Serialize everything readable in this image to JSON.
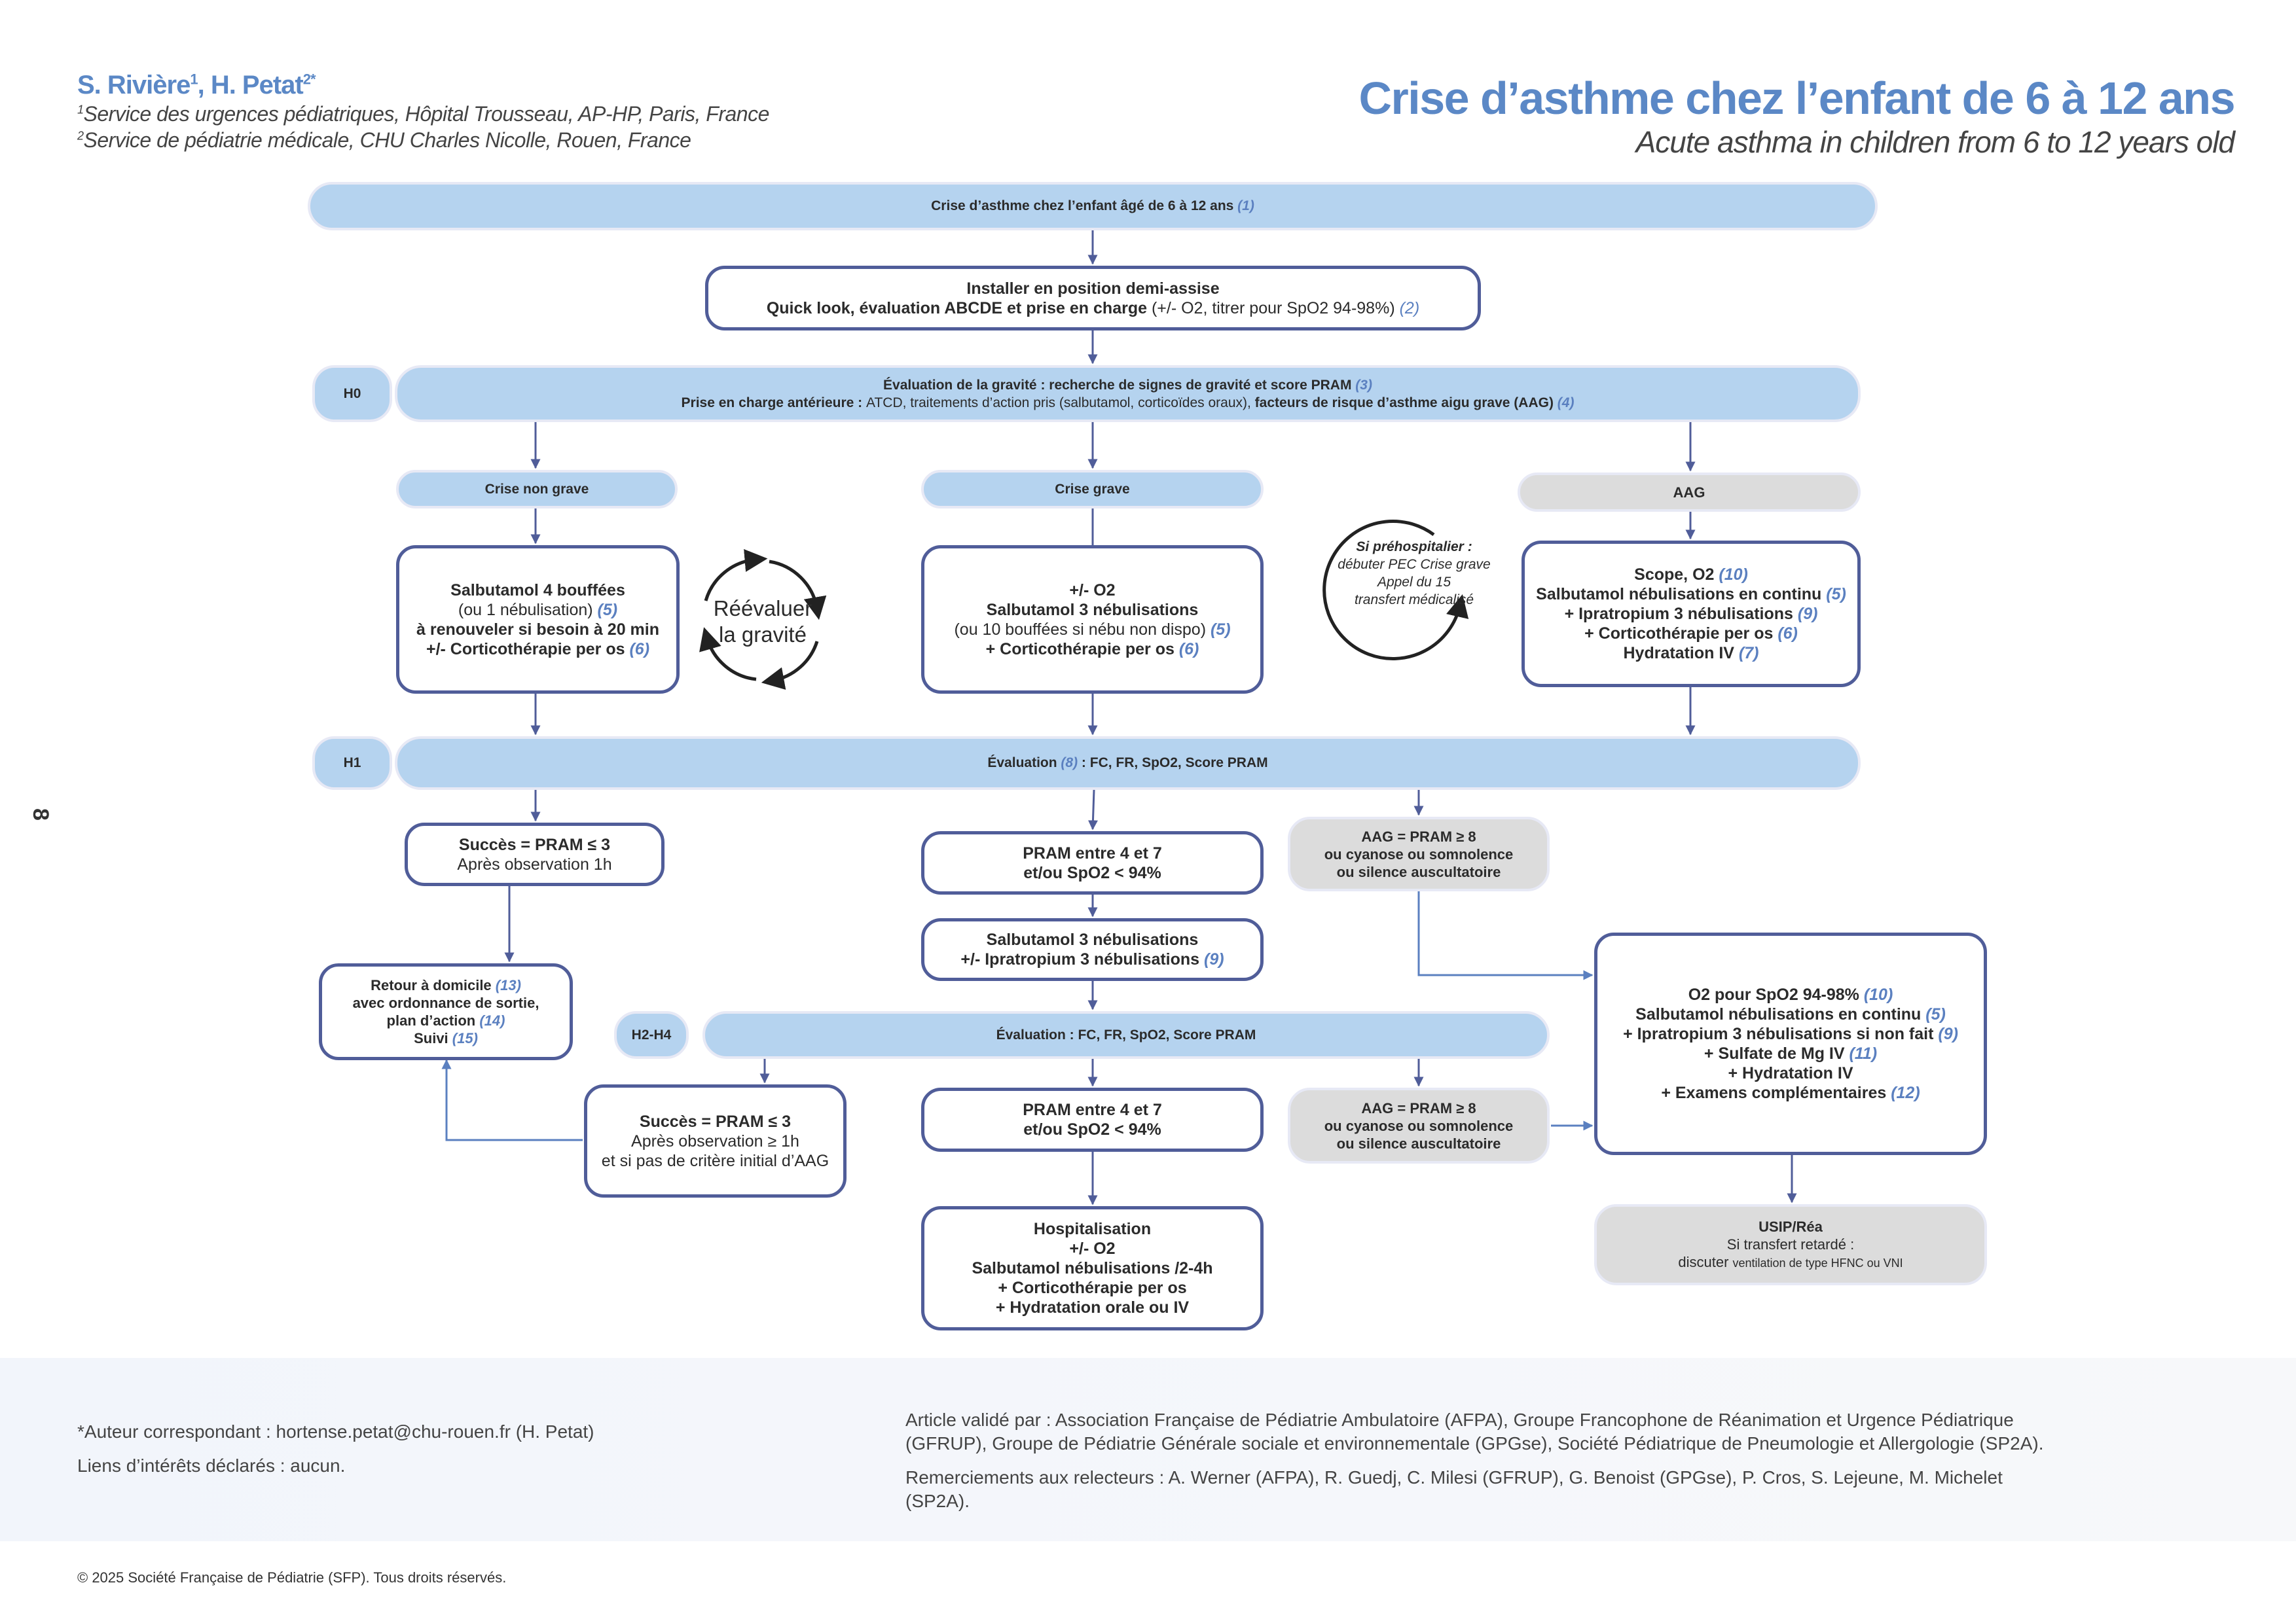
{
  "header": {
    "authors": [
      {
        "name": "S. Rivière",
        "sup": "1"
      },
      {
        "name": "H. Petat",
        "sup": "2*"
      }
    ],
    "affiliations": [
      {
        "sup": "1",
        "text": "Service des urgences pédiatriques, Hôpital Trousseau, AP-HP, Paris, France"
      },
      {
        "sup": "2",
        "text": "Service de pédiatrie médicale, CHU Charles Nicolle, Rouen, France"
      }
    ],
    "title": "Crise d’asthme chez l’enfant de 6 à 12 ans",
    "subtitle": "Acute asthma in children from 6 to 12 years old",
    "page_number": "8"
  },
  "colors": {
    "accent": "#5b88c6",
    "pill": "#b5d3ef",
    "grey_box": "#dcdcdc",
    "box_border": "#505d99",
    "arrow": "#505d99",
    "arrow_light": "#5b80c0"
  },
  "flow": {
    "start": {
      "text": "Crise d’asthme chez l’enfant âgé de 6 à 12 ans",
      "ref": "(1)"
    },
    "install": {
      "line1": "Installer en position demi-assise",
      "line2_bold": "Quick look, évaluation ABCDE et prise en charge",
      "line2_normal": " (+/- O2, titrer pour SpO2 94-98%) ",
      "ref": "(2)"
    },
    "h0": {
      "label": "H0",
      "line1": "Évaluation de la gravité : recherche de signes de gravité et score PRAM ",
      "line1_ref": "(3)",
      "line2_bold": "Prise en charge antérieure : ",
      "line2_normal": "ATCD, traitements d’action pris (salbutamol, corticoïdes oraux), ",
      "line2_bold2": "facteurs de risque d’asthme aigu grave (AAG) ",
      "line2_ref": "(4)"
    },
    "branches": {
      "non_grave": "Crise non grave",
      "grave": "Crise grave",
      "aag": "AAG"
    },
    "non_grave_box": {
      "l1": "Salbutamol 4 bouffées",
      "l2": "(ou 1 nébulisation) ",
      "l2_ref": "(5)",
      "l3": "à renouveler si besoin à 20 min",
      "l4": "+/- Corticothérapie per os ",
      "l4_ref": "(6)"
    },
    "reevaluate": {
      "l1": "Réévaluer",
      "l2": "la gravité"
    },
    "grave_box": {
      "l1": "+/- O2",
      "l2": "Salbutamol 3 nébulisations",
      "l3": "(ou 10 bouffées si nébu non dispo) ",
      "l3_ref": "(5)",
      "l4": "+ Corticothérapie per os ",
      "l4_ref": "(6)"
    },
    "prehospital": {
      "l1": "Si préhospitalier :",
      "l2": "débuter PEC Crise grave",
      "l3": "Appel du 15",
      "l4": "transfert médicalisé"
    },
    "aag_box": {
      "l1": "Scope, O2 ",
      "l1_ref": "(10)",
      "l2": "Salbutamol nébulisations en continu ",
      "l2_ref": "(5)",
      "l3": "+ Ipratropium 3 nébulisations ",
      "l3_ref": "(9)",
      "l4": "+ Corticothérapie per os ",
      "l4_ref": "(6)",
      "l5": "Hydratation IV ",
      "l5_ref": "(7)"
    },
    "h1": {
      "label": "H1",
      "text_a": "Évaluation ",
      "ref": "(8)",
      "text_b": " : FC, FR, SpO2, Score PRAM"
    },
    "success1": {
      "l1": "Succès = PRAM ≤ 3",
      "l2": "Après observation 1h"
    },
    "pram1": {
      "l1": "PRAM entre 4 et 7",
      "l2": "et/ou SpO2 < 94%"
    },
    "aag1": {
      "l1": "AAG  = PRAM ≥ 8",
      "l2": "ou cyanose ou somnolence",
      "l3": "ou silence auscultatoire"
    },
    "salbutamol3": {
      "l1": "Salbutamol 3 nébulisations",
      "l2": "+/- Ipratropium 3 nébulisations ",
      "l2_ref": "(9)"
    },
    "home": {
      "l1": "Retour à domicile ",
      "l1_ref": "(13)",
      "l2": "avec ordonnance de sortie,",
      "l3": "plan d’action ",
      "l3_ref": "(14)",
      "l4": "Suivi ",
      "l4_ref": "(15)"
    },
    "o2_box": {
      "l1": "O2 pour SpO2 94-98% ",
      "l1_ref": "(10)",
      "l2": "Salbutamol nébulisations en continu ",
      "l2_ref": "(5)",
      "l3": "+ Ipratropium 3 nébulisations si non fait ",
      "l3_ref": "(9)",
      "l4": "+ Sulfate de Mg IV ",
      "l4_ref": "(11)",
      "l5": "+ Hydratation  IV",
      "l6": "+ Examens complémentaires ",
      "l6_ref": "(12)"
    },
    "h2h4": {
      "label": "H2-H4",
      "text": "Évaluation : FC, FR, SpO2, Score PRAM"
    },
    "success2": {
      "l1": "Succès = PRAM ≤ 3",
      "l2": "Après observation ≥ 1h",
      "l3": "et si pas de critère initial d’AAG"
    },
    "pram2": {
      "l1": "PRAM entre 4 et 7",
      "l2": "et/ou SpO2 < 94%"
    },
    "aag2": {
      "l1": "AAG  = PRAM ≥ 8",
      "l2": "ou cyanose ou somnolence",
      "l3": "ou silence auscultatoire"
    },
    "hospital": {
      "l1": "Hospitalisation",
      "l2": "+/- O2",
      "l3": "Salbutamol nébulisations /2-4h",
      "l4": "+ Corticothérapie per os",
      "l5": "+ Hydratation orale ou IV"
    },
    "usip": {
      "l1": "USIP/Réa",
      "l2": "Si transfert retardé :",
      "l3a": "discuter ",
      "l3b": "ventilation de type HFNC ou VNI"
    }
  },
  "footer": {
    "corresponding": "*Auteur correspondant : hortense.petat@chu-rouen.fr (H. Petat)",
    "conflicts": "Liens d’intérêts déclarés : aucun.",
    "validated": "Article validé par : Association Française de Pédiatrie Ambulatoire (AFPA), Groupe Francophone de Réanimation et Urgence Pédiatrique (GFRUP), Groupe de Pédiatrie Générale sociale et environnementale (GPGse), Société Pédiatrique de Pneumologie et Allergologie (SP2A).",
    "thanks": "Remerciements aux relecteurs : A. Werner (AFPA), R. Guedj, C. Milesi (GFRUP), G. Benoist (GPGse), P. Cros, S. Lejeune, M. Michelet (SP2A).",
    "copyright": "© 2025 Société Française de Pédiatrie (SFP). Tous droits réservés."
  }
}
